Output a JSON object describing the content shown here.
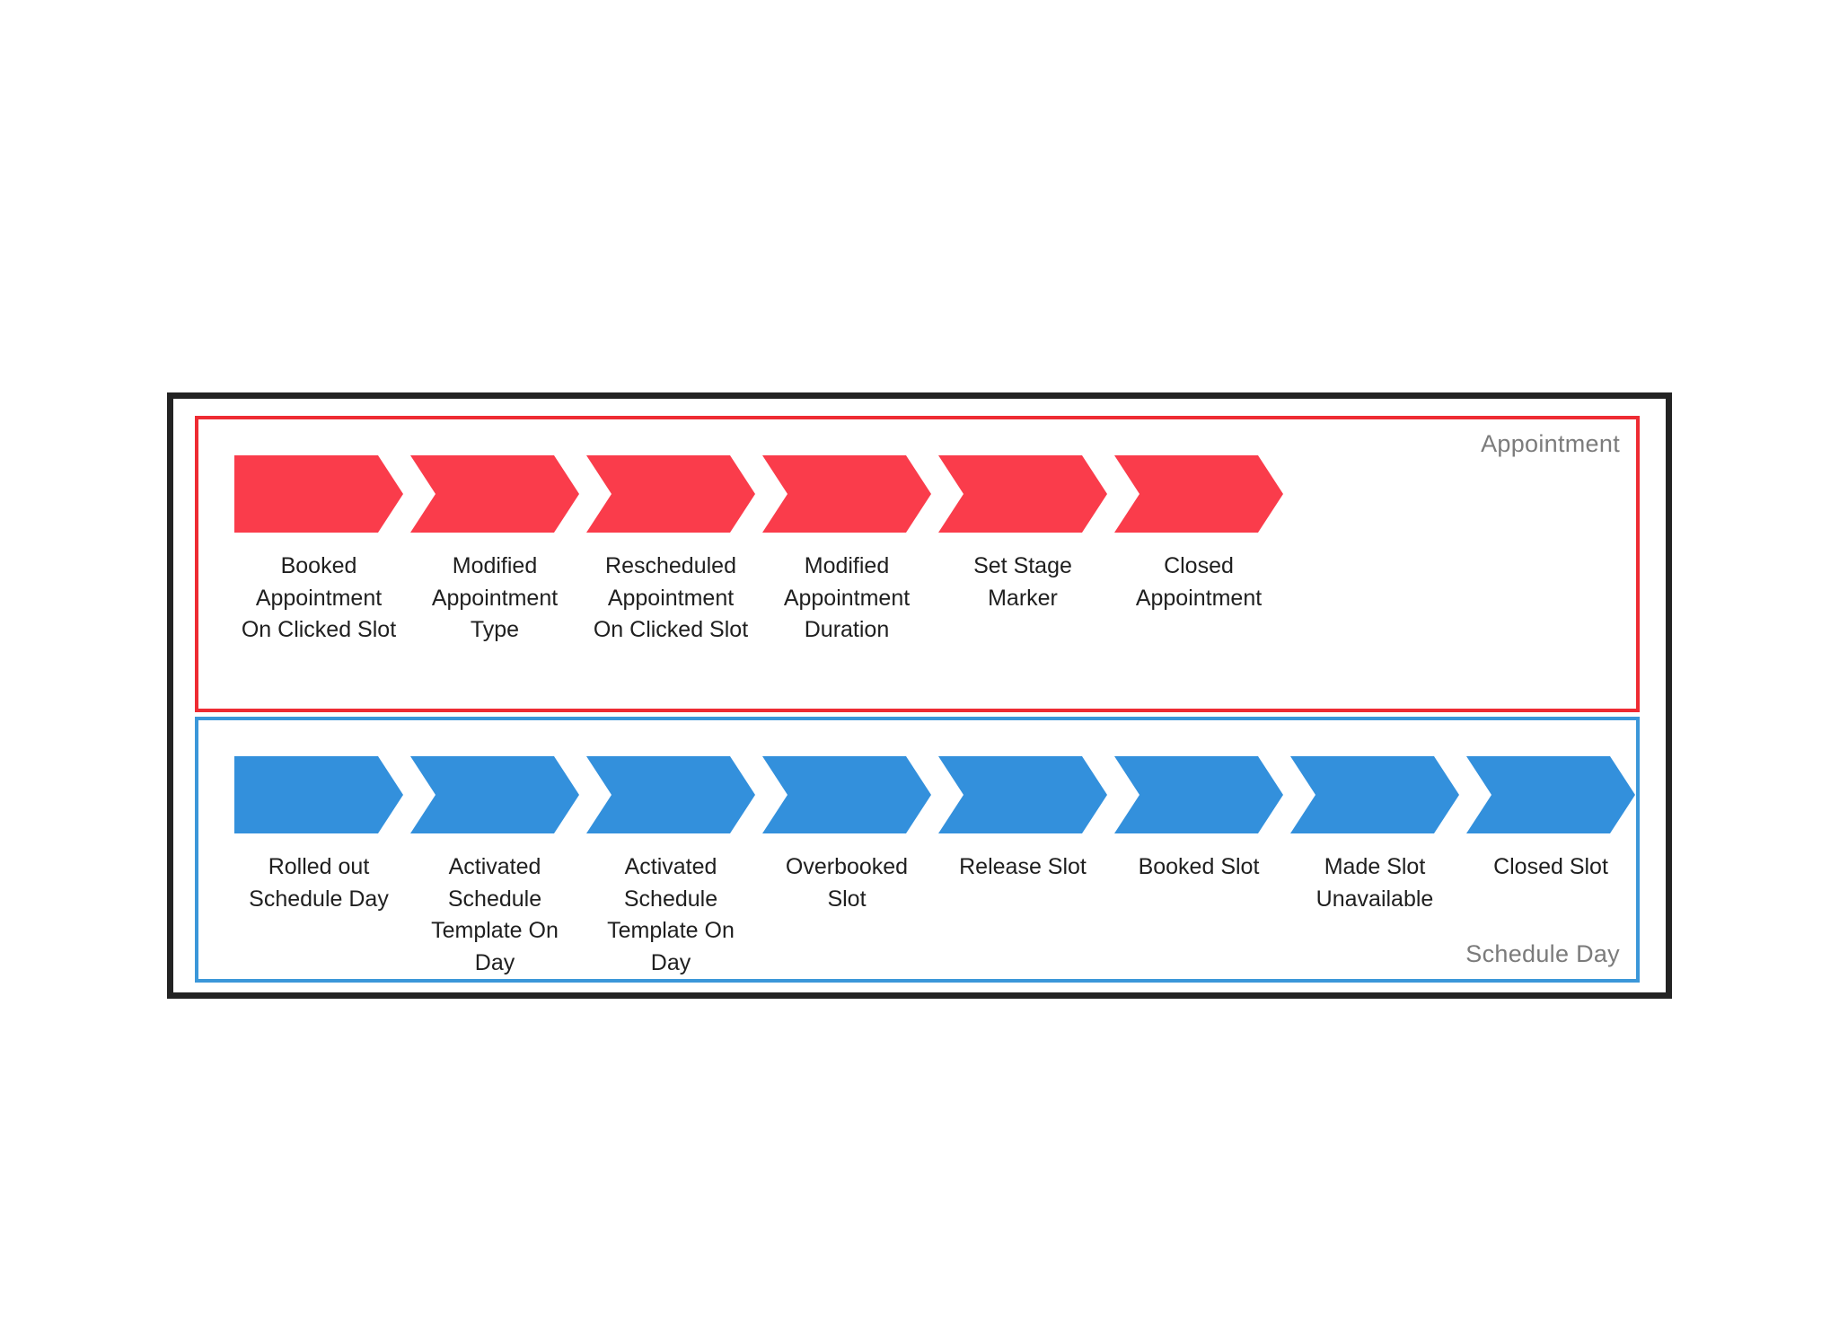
{
  "diagram": {
    "type": "process-swimlane-chevrons",
    "frame_color": "#232323",
    "lanes": [
      {
        "id": "appointment",
        "caption": "Appointment",
        "caption_position": "top-right",
        "border_color": "#ee2b33",
        "chevron_color": "#fa3c4b",
        "steps": [
          {
            "label": "Booked Appointment On Clicked Slot"
          },
          {
            "label": "Modified Appointment Type"
          },
          {
            "label": "Rescheduled Appointment On Clicked Slot"
          },
          {
            "label": "Modified Appointment Duration"
          },
          {
            "label": "Set Stage Marker"
          },
          {
            "label": "Closed Appointment"
          }
        ]
      },
      {
        "id": "schedule-day",
        "caption": "Schedule Day",
        "caption_position": "bottom-right",
        "border_color": "#3b97d9",
        "chevron_color": "#3390dc",
        "steps": [
          {
            "label": "Rolled out Schedule Day"
          },
          {
            "label": "Activated Schedule Template On Day"
          },
          {
            "label": "Activated Schedule Template On Day"
          },
          {
            "label": "Overbooked Slot"
          },
          {
            "label": "Release Slot"
          },
          {
            "label": "Booked Slot"
          },
          {
            "label": "Made Slot Unavailable"
          },
          {
            "label": "Closed Slot"
          }
        ]
      }
    ]
  }
}
